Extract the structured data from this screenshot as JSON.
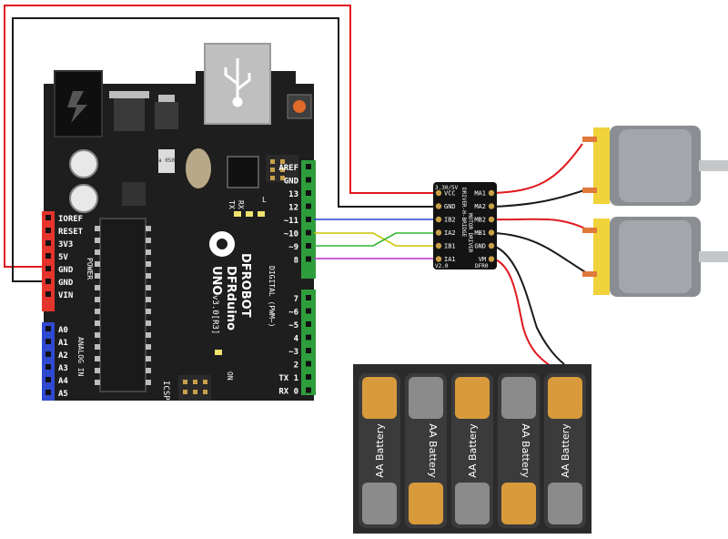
{
  "board": {
    "brand_line1": "DFROBOT",
    "brand_line2": "DFRduino",
    "brand_line3": "UNO",
    "version": "v3.0[R3]",
    "power_pins": [
      "IOREF",
      "RESET",
      "3V3",
      "5V",
      "GND",
      "GND",
      "VIN"
    ],
    "power_label": "POWER",
    "analog_pins": [
      "A0",
      "A1",
      "A2",
      "A3",
      "A4",
      "A5"
    ],
    "analog_label": "ANALOG IN",
    "digital_top": [
      "AREF",
      "GND",
      "13",
      "12",
      "~11",
      "~10",
      "~9",
      "8"
    ],
    "digital_bottom": [
      "7",
      "~6",
      "~5",
      "4",
      "~3",
      "2",
      "TX 1",
      "RX 0"
    ],
    "digital_label": "DIGITAL (PWM~)",
    "led_labels": [
      "TX",
      "RX",
      "L"
    ],
    "on_label": "ON",
    "icsp_label": "ICSP",
    "chip_label": "a 050"
  },
  "driver": {
    "title_line1": "3.30/5V",
    "side_label": "DRIVER-H-BRIDGE",
    "vertical_label": "MOTOR DRIVER",
    "left_pins": [
      "VCC",
      "GND",
      "IB2",
      "IA2",
      "IB1",
      "IA1"
    ],
    "right_pins": [
      "MA1",
      "MA2",
      "MB2",
      "MB1",
      "GND",
      "VM"
    ],
    "bottom_left": "V2.0",
    "bottom_right": "DFR0"
  },
  "battery": {
    "cell_label": "AA Battery",
    "cell_count": 5
  },
  "wires": {
    "red": "#e0191f",
    "black": "#1a1a1a",
    "blue": "#2741c8",
    "yellow": "#c9c400",
    "green": "#2fb52f",
    "magenta": "#c42cc4"
  },
  "colors": {
    "board": "#1e1e1e",
    "header_green": "#2e9e3c",
    "header_red": "#e5342c",
    "header_blue": "#2f49d1",
    "motor_yellow": "#f0d23a",
    "motor_gray": "#8a8d91"
  }
}
